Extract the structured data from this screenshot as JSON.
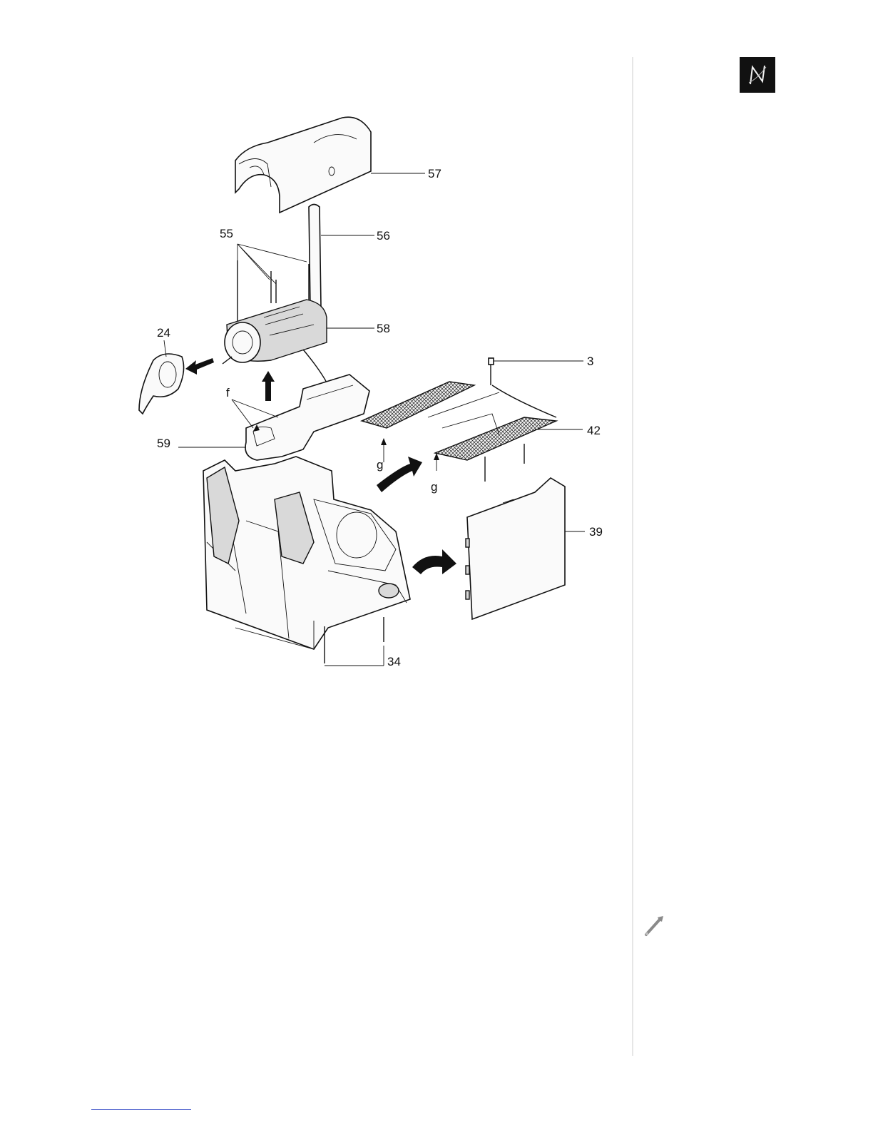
{
  "diagram": {
    "callouts": [
      {
        "id": "57",
        "label": "57"
      },
      {
        "id": "56",
        "label": "56"
      },
      {
        "id": "55",
        "label": "55"
      },
      {
        "id": "58",
        "label": "58"
      },
      {
        "id": "24",
        "label": "24"
      },
      {
        "id": "3",
        "label": "3"
      },
      {
        "id": "f",
        "label": "f"
      },
      {
        "id": "42",
        "label": "42"
      },
      {
        "id": "59",
        "label": "59"
      },
      {
        "id": "g1",
        "label": "g"
      },
      {
        "id": "g2",
        "label": "g"
      },
      {
        "id": "39",
        "label": "39"
      },
      {
        "id": "34",
        "label": "34"
      }
    ]
  },
  "colors": {
    "ink": "#111111",
    "rule": "#e6e6e6",
    "link": "#3a4fc8",
    "logo_bg": "#111111"
  },
  "icons": {
    "logo": "nespresso-n-logo",
    "tool": "wrench-icon"
  }
}
